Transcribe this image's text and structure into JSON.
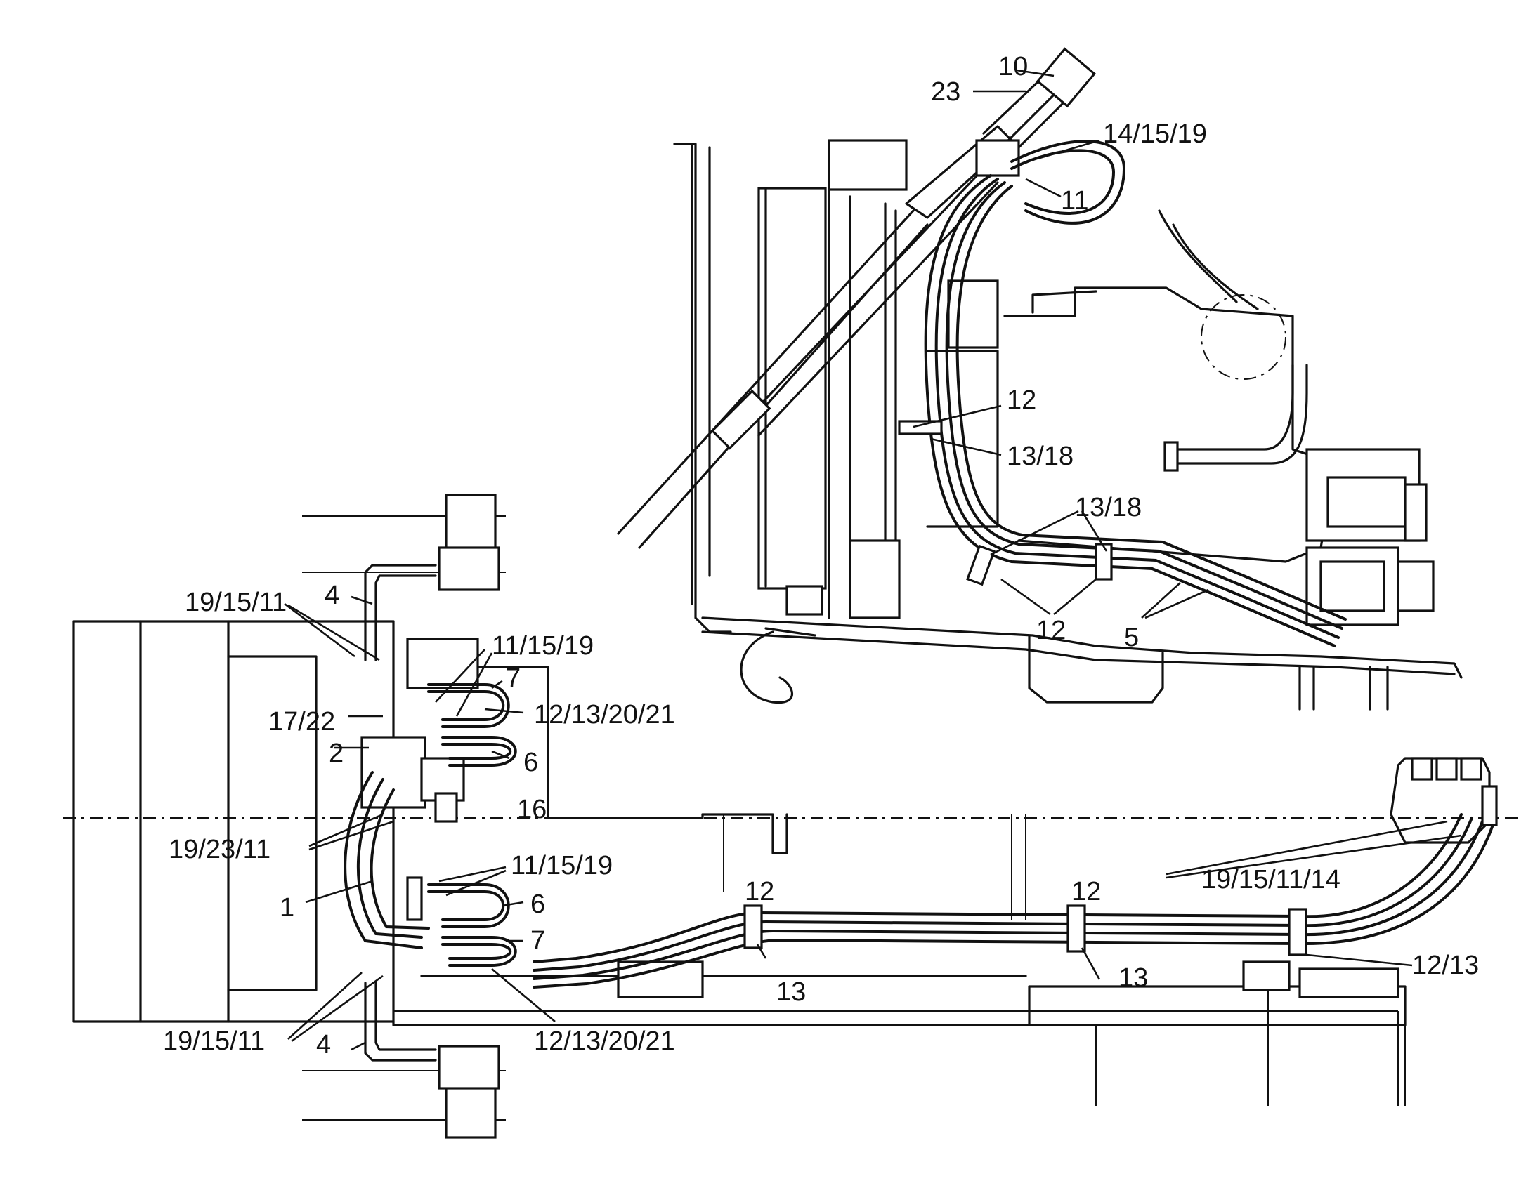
{
  "upper_view": {
    "callouts": [
      "10",
      "23",
      "14/15/19",
      "11",
      "12",
      "13/18",
      "13/18",
      "12",
      "5"
    ]
  },
  "lower_view": {
    "callouts": [
      "19/15/11",
      "4",
      "11/15/19",
      "7",
      "17/22",
      "12/13/20/21",
      "2",
      "6",
      "16",
      "19/23/11",
      "11/15/19",
      "1",
      "6",
      "7",
      "12",
      "12",
      "19/15/11/14",
      "13",
      "13",
      "12/13",
      "19/15/11",
      "4",
      "12/13/20/21"
    ]
  }
}
